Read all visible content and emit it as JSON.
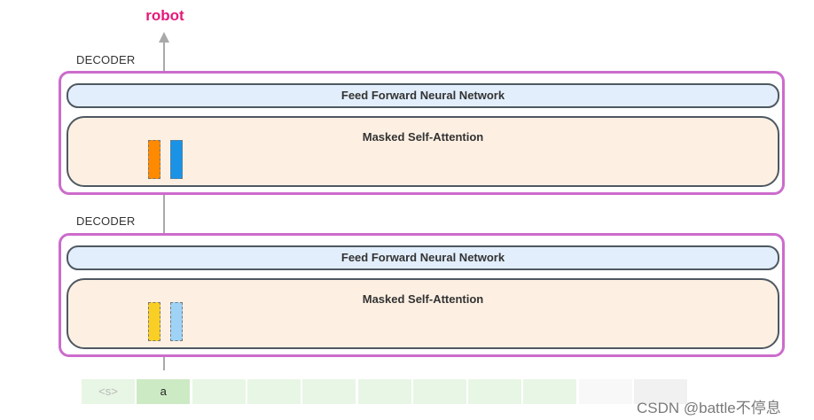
{
  "output_word": "robot",
  "decoders": [
    {
      "label": "DECODER",
      "ffnn_label": "Feed Forward Neural Network",
      "attention_label": "Masked Self-Attention",
      "vector_colors": [
        "#ff8a00",
        "#1a93e6"
      ]
    },
    {
      "label": "DECODER",
      "ffnn_label": "Feed Forward Neural Network",
      "attention_label": "Masked Self-Attention",
      "vector_colors": [
        "#f9cf26",
        "#9fd3f6"
      ]
    }
  ],
  "input_tokens": [
    {
      "text": "<s>",
      "color": "#e8f6e5",
      "text_color": "#b9b9b9"
    },
    {
      "text": "a",
      "color": "#ccebc4",
      "text_color": "#222222"
    },
    {
      "text": "",
      "color": "#e8f6e5"
    },
    {
      "text": "",
      "color": "#e8f6e5"
    },
    {
      "text": "",
      "color": "#e8f6e5"
    },
    {
      "text": "",
      "color": "#e8f6e5"
    },
    {
      "text": "",
      "color": "#e8f6e5"
    },
    {
      "text": "",
      "color": "#e8f6e5"
    },
    {
      "text": "",
      "color": "#e8f6e5"
    },
    {
      "text": "",
      "color": "#f8f8f8"
    },
    {
      "text": "",
      "color": "#f1f1f1"
    }
  ],
  "watermark": "CSDN @battle不停息"
}
